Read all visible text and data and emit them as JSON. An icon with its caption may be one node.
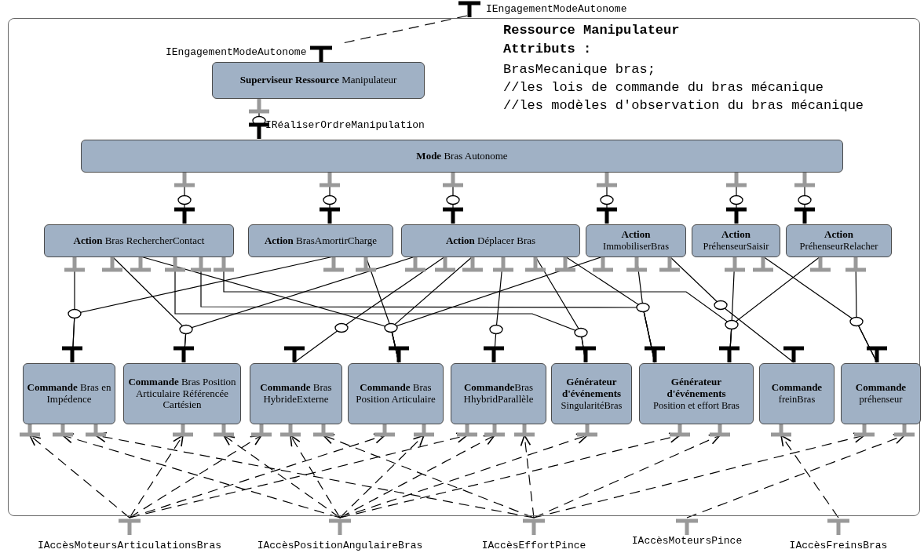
{
  "diagram": {
    "nodes": [
      {
        "text": [
          "Ressource Manipulateur",
          "Attributs :",
          "BrasMecanique bras;",
          "//les lois de commande du bras mécanique",
          "//les modèles d'observation du bras mécanique"
        ]
      },
      {
        "text": [
          "IEngagementModeAutonome"
        ]
      },
      {
        "text": [
          "IEngagementModeAutonome"
        ],
        "in": 0
      },
      {
        "text": [
          "**Superviseur Ressource** Manipulateur"
        ],
        "in": 0
      },
      {
        "text": [
          "**Mode** Bras Autonome"
        ],
        "in": 0
      },
      {
        "text": [
          "**Action** Bras RechercherContact"
        ],
        "in": 0
      },
      {
        "text": [
          "**Action** BrasAmortirCharge"
        ],
        "in": 0
      },
      {
        "text": [
          "**Action** Déplacer Bras"
        ],
        "in": 0
      },
      {
        "text": [
          "Action",
          "ImmobiliserBras"
        ],
        "in": 0
      },
      {
        "text": [
          "Action",
          "PréhenseurSaisir"
        ],
        "in": 0
      },
      {
        "text": [
          "Action",
          "PréhenseurRelacher"
        ],
        "in": 0
      },
      {
        "text": [
          "**Commande** Bras en Impédence"
        ],
        "in": 0
      },
      {
        "text": [
          "**Commande** Bras Position Articulaire Référencée Cartésien"
        ],
        "in": 0
      },
      {
        "text": [
          "**Commande** Bras HybrideExterne"
        ],
        "in": 0
      },
      {
        "text": [
          "**Commande** Bras Position Articulaire"
        ],
        "in": 0
      },
      {
        "text": [
          "**Commande**Bras HhybridParallèle"
        ],
        "in": 0
      },
      {
        "text": [
          "Générateur d'événements",
          "SingularitéBras"
        ],
        "in": 0
      },
      {
        "text": [
          "Générateur d'événements",
          "Position et effort Bras"
        ],
        "in": 0
      },
      {
        "text": [
          "Commande",
          "freinBras"
        ],
        "in": 0
      },
      {
        "text": [
          "Commande",
          "préhenseur"
        ],
        "in": 0
      },
      {
        "text": [
          "IAccèsMoteursArticulationsBras"
        ]
      },
      {
        "text": [
          "IAccèsPositionAngulaireBras"
        ]
      },
      {
        "text": [
          "IAccèsEffortPince"
        ]
      },
      {
        "text": [
          "IAccèsMoteursPince"
        ]
      },
      {
        "text": [
          "IAccèsFreinsBras"
        ]
      }
    ],
    "edges": [
      {
        "from": 1,
        "to": 2,
        "arrow": "none",
        "style": "dashed"
      },
      {
        "from": 3,
        "to": 4,
        "arrow": "none"
      },
      {
        "from": 4,
        "to": 5,
        "arrow": "none"
      },
      {
        "from": 4,
        "to": 6,
        "arrow": "none"
      },
      {
        "from": 4,
        "to": 7,
        "arrow": "none"
      },
      {
        "from": 4,
        "to": 8,
        "arrow": "none"
      },
      {
        "from": 4,
        "to": 9,
        "arrow": "none"
      },
      {
        "from": 4,
        "to": 10,
        "arrow": "none"
      },
      {
        "from": 5,
        "to": 11,
        "arrow": "none"
      },
      {
        "from": 6,
        "to": 11,
        "arrow": "none"
      },
      {
        "from": 5,
        "to": 12,
        "arrow": "none"
      },
      {
        "from": 7,
        "to": 12,
        "arrow": "none"
      },
      {
        "from": 7,
        "to": 13,
        "arrow": "none"
      },
      {
        "from": 5,
        "to": 14,
        "arrow": "none"
      },
      {
        "from": 6,
        "to": 14,
        "arrow": "none"
      },
      {
        "from": 7,
        "to": 14,
        "arrow": "none"
      },
      {
        "from": 8,
        "to": 14,
        "arrow": "none"
      },
      {
        "from": 7,
        "to": 15,
        "arrow": "none"
      },
      {
        "from": 7,
        "to": 16,
        "arrow": "none"
      },
      {
        "from": 5,
        "to": 16,
        "arrow": "none"
      },
      {
        "from": 8,
        "to": 17,
        "arrow": "none"
      },
      {
        "from": 7,
        "to": 17,
        "arrow": "none"
      },
      {
        "from": 5,
        "to": 17,
        "arrow": "none"
      },
      {
        "from": 9,
        "to": 17,
        "arrow": "none"
      },
      {
        "from": 10,
        "to": 17,
        "arrow": "none"
      },
      {
        "from": 5,
        "to": 17,
        "arrow": "none"
      },
      {
        "from": 8,
        "to": 18,
        "arrow": "none"
      },
      {
        "from": 9,
        "to": 19,
        "arrow": "none"
      },
      {
        "from": 10,
        "to": 19,
        "arrow": "none"
      },
      {
        "from": 20,
        "to": 11,
        "arrow": "to",
        "style": "dashed"
      },
      {
        "from": 20,
        "to": 12,
        "arrow": "to",
        "style": "dashed"
      },
      {
        "from": 20,
        "to": 13,
        "arrow": "to",
        "style": "dashed"
      },
      {
        "from": 20,
        "to": 14,
        "arrow": "to",
        "style": "dashed"
      },
      {
        "from": 20,
        "to": 15,
        "arrow": "to",
        "style": "dashed"
      },
      {
        "from": 21,
        "to": 11,
        "arrow": "to",
        "style": "dashed"
      },
      {
        "from": 21,
        "to": 12,
        "arrow": "to",
        "style": "dashed"
      },
      {
        "from": 21,
        "to": 13,
        "arrow": "to",
        "style": "dashed"
      },
      {
        "from": 21,
        "to": 14,
        "arrow": "to",
        "style": "dashed"
      },
      {
        "from": 21,
        "to": 15,
        "arrow": "to",
        "style": "dashed"
      },
      {
        "from": 21,
        "to": 16,
        "arrow": "to",
        "style": "dashed"
      },
      {
        "from": 21,
        "to": 17,
        "arrow": "to",
        "style": "dashed"
      },
      {
        "from": 22,
        "to": 11,
        "arrow": "to",
        "style": "dashed"
      },
      {
        "from": 22,
        "to": 13,
        "arrow": "to",
        "style": "dashed"
      },
      {
        "from": 22,
        "to": 15,
        "arrow": "to",
        "style": "dashed"
      },
      {
        "from": 22,
        "to": 17,
        "arrow": "to",
        "style": "dashed"
      },
      {
        "from": 22,
        "to": 19,
        "arrow": "to",
        "style": "dashed"
      },
      {
        "from": 23,
        "to": 19,
        "arrow": "to",
        "style": "dashed"
      },
      {
        "from": 24,
        "to": 18,
        "arrow": "to",
        "style": "dashed"
      }
    ],
    "labels": [
      "IRéaliserOrdreManipulation"
    ]
  }
}
